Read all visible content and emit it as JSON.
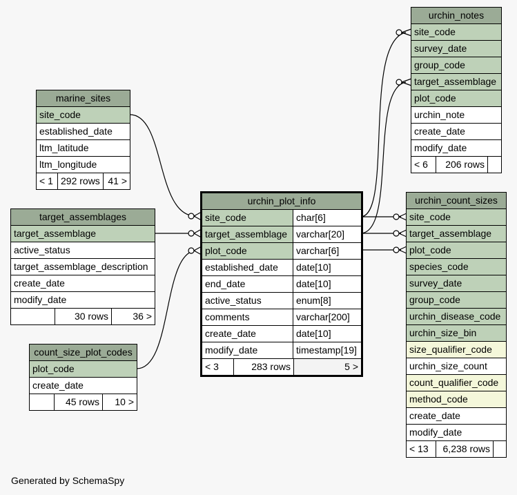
{
  "tables": {
    "marine_sites": {
      "name": "marine_sites",
      "columns": [
        "site_code",
        "established_date",
        "ltm_latitude",
        "ltm_longitude"
      ],
      "footer": {
        "parents": "< 1",
        "rows": "292 rows",
        "children": "41 >"
      }
    },
    "target_assemblages": {
      "name": "target_assemblages",
      "columns": [
        "target_assemblage",
        "active_status",
        "target_assemblage_description",
        "create_date",
        "modify_date"
      ],
      "footer": {
        "parents": "",
        "rows": "30 rows",
        "children": "36 >"
      }
    },
    "count_size_plot_codes": {
      "name": "count_size_plot_codes",
      "columns": [
        "plot_code",
        "create_date"
      ],
      "footer": {
        "parents": "",
        "rows": "45 rows",
        "children": "10 >"
      }
    },
    "urchin_plot_info": {
      "name": "urchin_plot_info",
      "columns": [
        {
          "name": "site_code",
          "type": "char[6]"
        },
        {
          "name": "target_assemblage",
          "type": "varchar[20]"
        },
        {
          "name": "plot_code",
          "type": "varchar[6]"
        },
        {
          "name": "established_date",
          "type": "date[10]"
        },
        {
          "name": "end_date",
          "type": "date[10]"
        },
        {
          "name": "active_status",
          "type": "enum[8]"
        },
        {
          "name": "comments",
          "type": "varchar[200]"
        },
        {
          "name": "create_date",
          "type": "date[10]"
        },
        {
          "name": "modify_date",
          "type": "timestamp[19]"
        }
      ],
      "footer": {
        "parents": "< 3",
        "rows": "283 rows",
        "children": "5 >"
      }
    },
    "urchin_notes": {
      "name": "urchin_notes",
      "columns": [
        "site_code",
        "survey_date",
        "group_code",
        "target_assemblage",
        "plot_code",
        "urchin_note",
        "create_date",
        "modify_date"
      ],
      "footer": {
        "parents": "< 6",
        "rows": "206 rows",
        "children": ""
      }
    },
    "urchin_count_sizes": {
      "name": "urchin_count_sizes",
      "columns": [
        "site_code",
        "target_assemblage",
        "plot_code",
        "species_code",
        "survey_date",
        "group_code",
        "urchin_disease_code",
        "urchin_size_bin",
        "size_qualifier_code",
        "urchin_size_count",
        "count_qualifier_code",
        "method_code",
        "create_date",
        "modify_date"
      ],
      "footer": {
        "parents": "< 13",
        "rows": "6,238 rows",
        "children": ""
      }
    }
  },
  "credit": "Generated by SchemaSpy",
  "colors": {
    "header": "#9bab96",
    "key": "#bed1b8",
    "index": "#f4f7da",
    "background": "#f7f7f7"
  }
}
